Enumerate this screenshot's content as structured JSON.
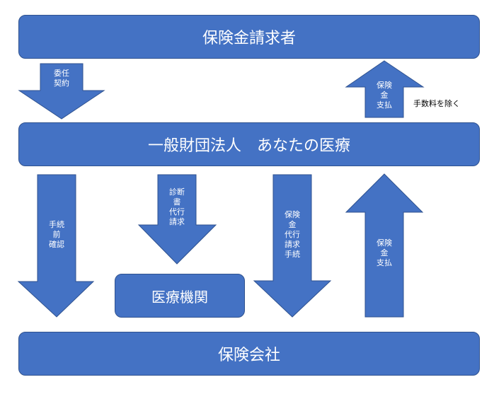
{
  "boxes": {
    "claimant": "保険金請求者",
    "association": "一般財団法人　あなたの医療",
    "medical": "医療機関",
    "insurer": "保険会社"
  },
  "arrows": {
    "contract": "委任\n契約",
    "payment_top": "保険\n金\n支払",
    "precheck": "手続\n前\n確認",
    "diagnosis": "診断\n書\n代行\n請求",
    "claim_agency": "保険\n金\n代行\n請求\n手続",
    "payment_bottom": "保険\n金\n支払"
  },
  "notes": {
    "fee_excluded": "手数料を除く"
  },
  "colors": {
    "fill": "#4472c4",
    "border": "#2f528f",
    "text": "#ffffff"
  }
}
